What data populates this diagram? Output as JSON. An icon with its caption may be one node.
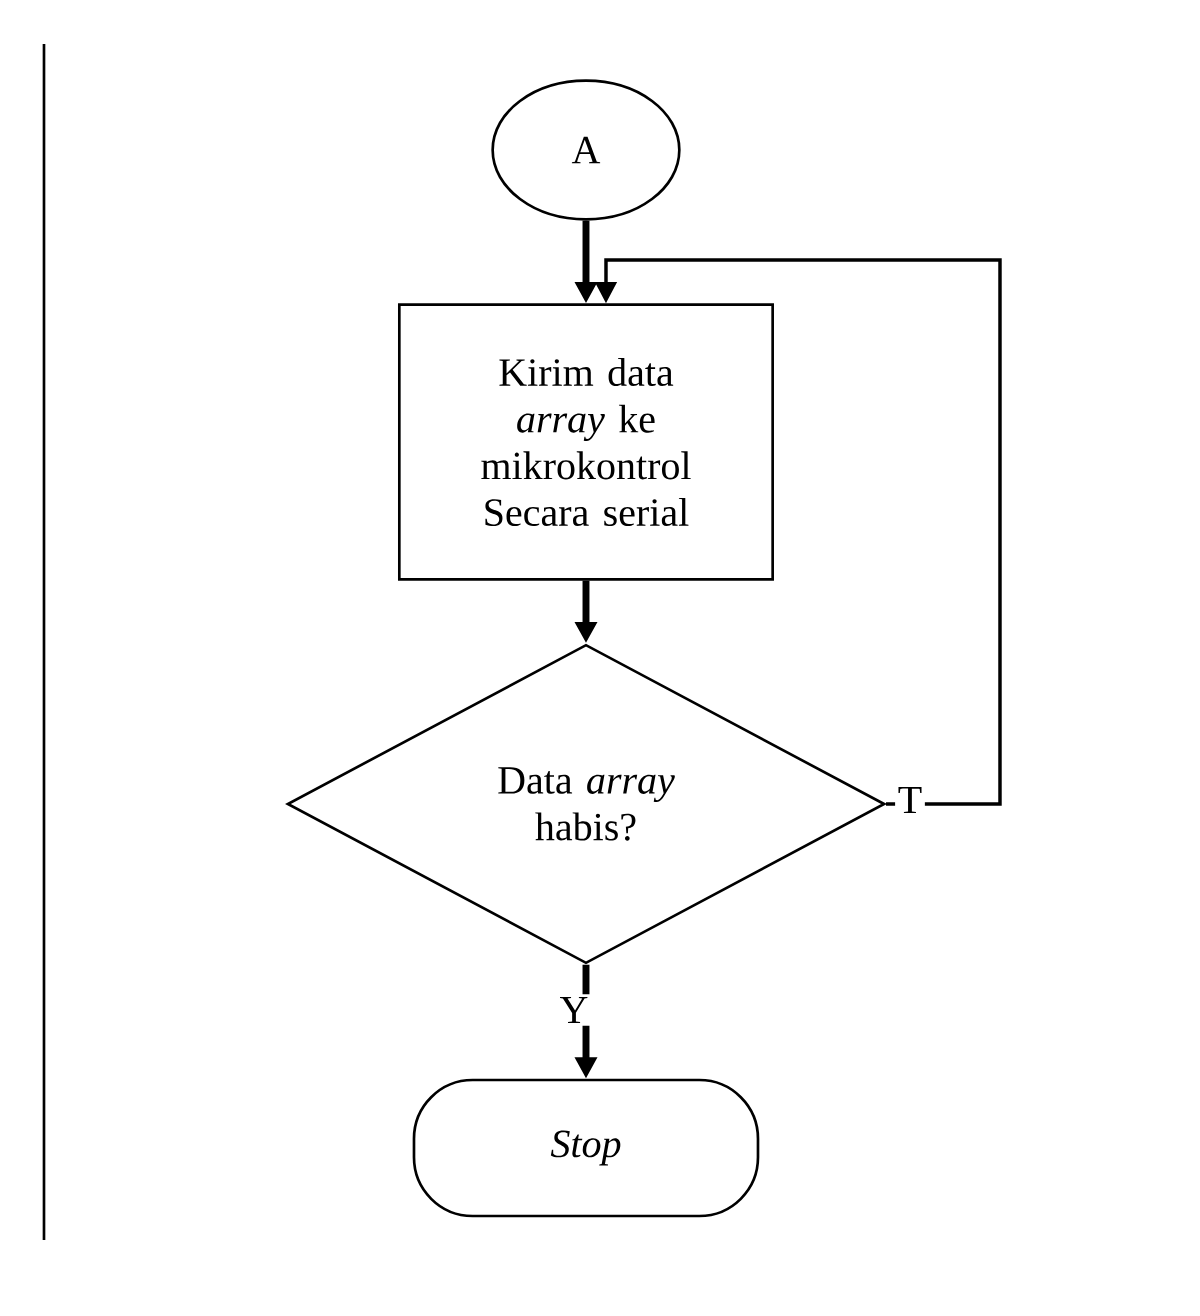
{
  "diagram": {
    "nodes": [
      {
        "text": [
          "A"
        ]
      },
      {
        "text": [
          "Kirim data *array* ke mikrokontrol Secara serial"
        ]
      },
      {
        "text": [
          "Data *array* habis?"
        ]
      },
      {
        "text": [
          "Stop"
        ]
      }
    ],
    "edges": [
      {
        "from": 0,
        "to": 1,
        "arrow": "to"
      },
      {
        "from": 1,
        "to": 2,
        "arrow": "to"
      },
      {
        "from": 2,
        "to": 3,
        "arrow": "to",
        "label": "Y"
      },
      {
        "from": 2,
        "to": 1,
        "arrow": "to",
        "label": "T"
      }
    ]
  }
}
